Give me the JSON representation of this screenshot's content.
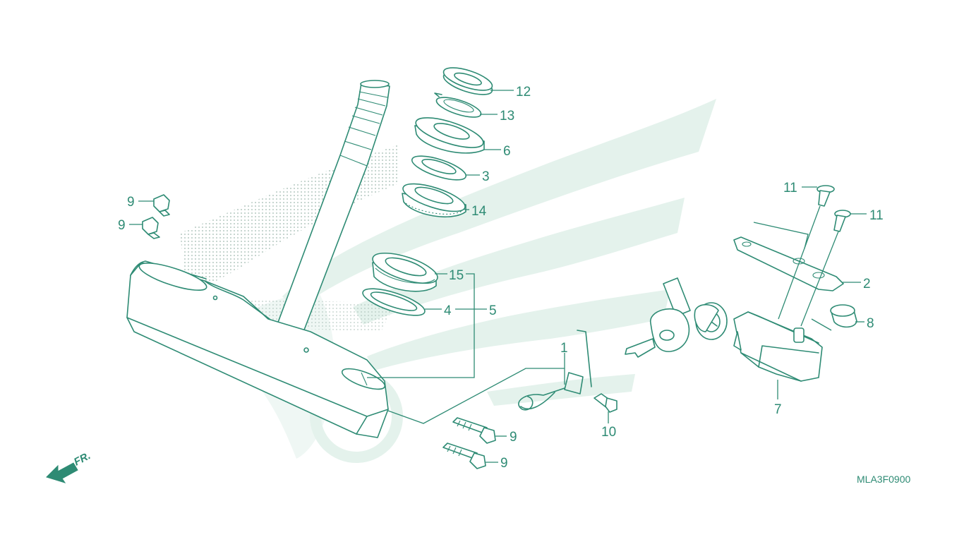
{
  "diagram": {
    "callouts": {
      "c1": "1",
      "c2": "2",
      "c3": "3",
      "c4": "4",
      "c5": "5",
      "c6": "6",
      "c7": "7",
      "c8": "8",
      "c9a": "9",
      "c9b": "9",
      "c9c": "9",
      "c9d": "9",
      "c10": "10",
      "c11a": "11",
      "c11b": "11",
      "c12": "12",
      "c13": "13",
      "c14": "14",
      "c15": "15"
    },
    "diagram_code": "MLA3F0900",
    "direction_label": "FR.",
    "colors": {
      "line": "#2e8b74",
      "watermark": "#e4f2ec",
      "dots": "#9fb8ae"
    }
  }
}
